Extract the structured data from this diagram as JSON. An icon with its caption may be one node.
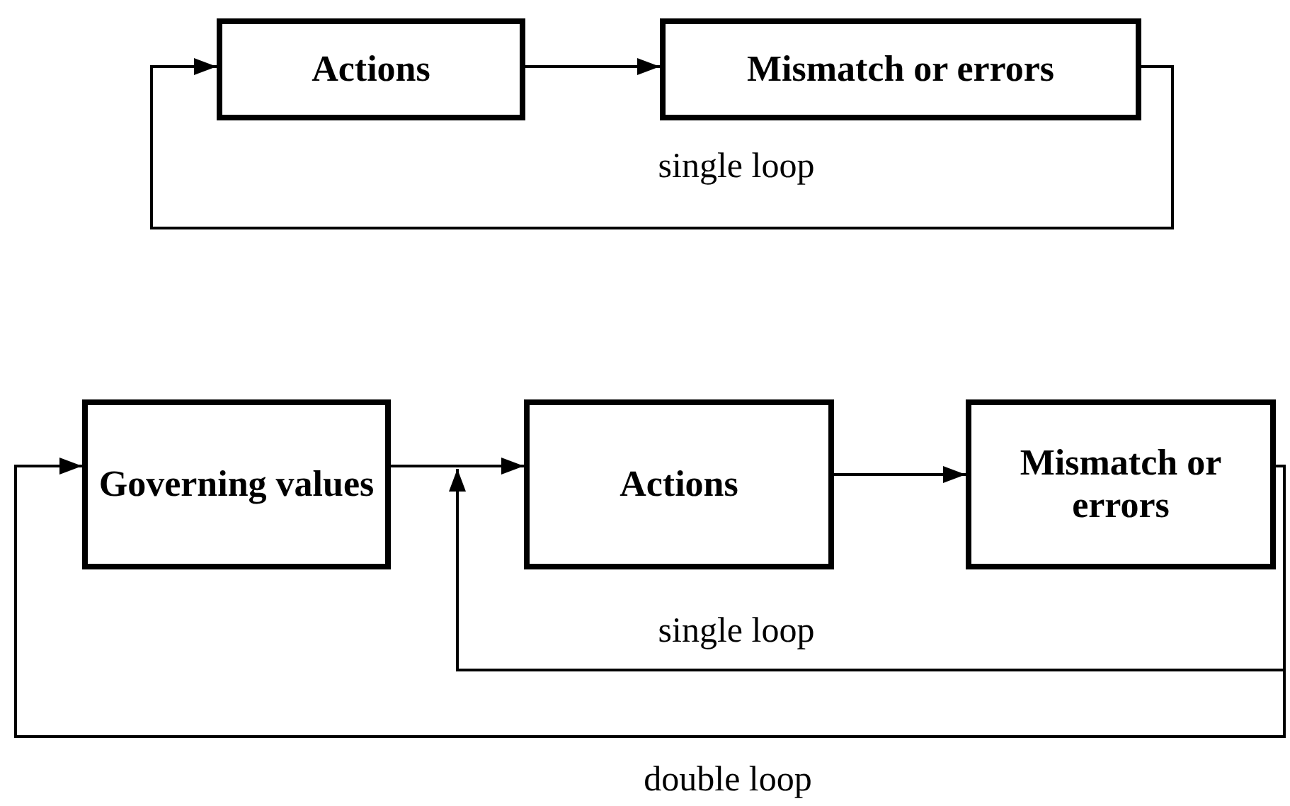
{
  "diagram": {
    "nodes": [
      {
        "text": [
          "Actions"
        ]
      },
      {
        "text": [
          "Mismatch or errors"
        ]
      },
      {
        "text": [
          "Governing values"
        ]
      },
      {
        "text": [
          "Actions"
        ]
      },
      {
        "text": [
          "Mismatch or errors"
        ]
      }
    ],
    "edges": [
      {
        "from": 0,
        "to": 1,
        "arrow": "to"
      },
      {
        "from": 1,
        "to": 0,
        "arrow": "to",
        "label": "single loop"
      },
      {
        "from": 2,
        "to": 3,
        "arrow": "to"
      },
      {
        "from": 3,
        "to": 4,
        "arrow": "to"
      },
      {
        "from": 4,
        "to": 3,
        "arrow": "to",
        "label": "single loop"
      },
      {
        "from": 4,
        "to": 2,
        "arrow": "to",
        "label": "double loop"
      }
    ]
  }
}
